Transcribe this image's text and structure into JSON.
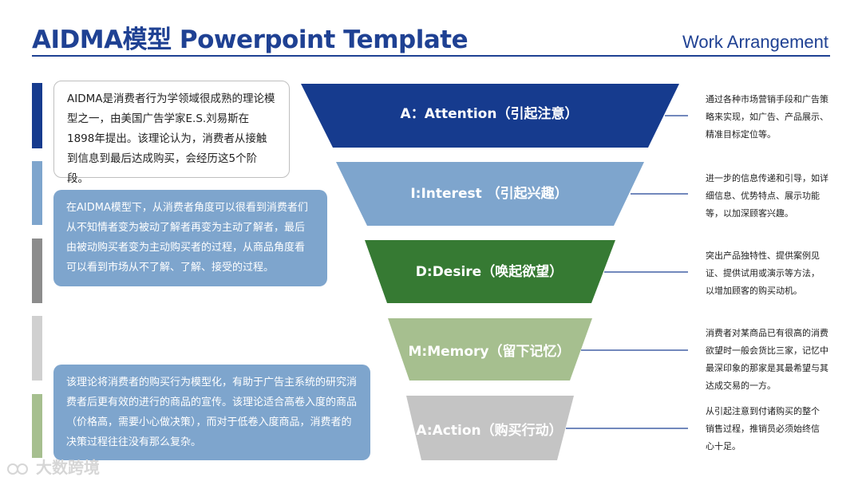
{
  "header": {
    "title": "AIDMA模型 Powerpoint Template",
    "subtitle": "Work Arrangement"
  },
  "colors": {
    "brand": "#1f4193",
    "attention": "#163b8e",
    "interest": "#7ea5cd",
    "desire": "#367a33",
    "memory": "#a6bf8f",
    "action": "#c4c4c4",
    "bar_gray_dark": "#8c8c8c",
    "bar_gray_light": "#d0d0d0",
    "bar_green_light": "#a6bf8f"
  },
  "left_boxes": {
    "intro": "AIDMA是消费者行为学领域很成熟的理论模型之一，由美国广告学家E.S.刘易斯在1898年提出。该理论认为，消费者从接触到信息到最后达成购买，会经历这5个阶段。",
    "process": "在AIDMA模型下，从消费者角度可以很看到消费者们从不知情者变为被动了解者再变为主动了解者，最后由被动购买者变为主动购买者的过程，从商品角度看可以看到市场从不了解、了解、接受的过程。",
    "application": "该理论将消费者的购买行为模型化，有助于广告主系统的研究消费者后更有效的进行的商品的宣传。该理论适合高卷入度的商品（价格高，需要小心做决策），而对于低卷入度商品，消费者的决策过程往往没有那么复杂。"
  },
  "stages": [
    {
      "label": "A：Attention（引起注意）",
      "desc": "通过各种市场营销手段和广告策略来实现，如广告、产品展示、精准目标定位等。"
    },
    {
      "label": "I:Interest （引起兴趣）",
      "desc": "进一步的信息传递和引导，如详细信息、优势特点、展示功能等，以加深顾客兴趣。"
    },
    {
      "label": "D:Desire（唤起欲望）",
      "desc": "突出产品独特性、提供案例见证、提供试用或演示等方法，以增加顾客的购买动机。"
    },
    {
      "label": "M:Memory（留下记忆）",
      "desc": "消费者对某商品已有很高的消费欲望时一般会货比三家，记忆中最深印象的那家是其最希望与其达成交易的一方。"
    },
    {
      "label": "A:Action（购买行动）",
      "desc": "从引起注意到付诸购买的整个销售过程，推销员必须始终信心十足。"
    }
  ],
  "watermark": {
    "text": "大数跨境"
  }
}
